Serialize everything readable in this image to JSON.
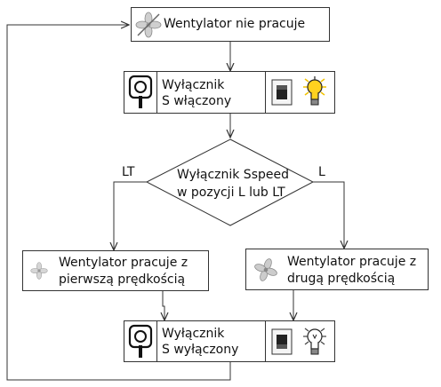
{
  "nodes": {
    "fan_off": {
      "text": "Wentylator nie pracuje",
      "icon": "fan-stopped-icon"
    },
    "switch_on": {
      "line1": "Wyłącznik",
      "line2": "S włączony",
      "icons": [
        "switch-icon",
        "lamp-on-icon"
      ]
    },
    "decision": {
      "line1": "Wyłącznik Sspeed",
      "line2": "w pozycji L lub LT"
    },
    "fan_speed1": {
      "line1": "Wentylator pracuje z",
      "line2": "pierwszą prędkością",
      "icon": "fan-slow-icon"
    },
    "fan_speed2": {
      "line1": "Wentylator pracuje z",
      "line2": "drugą prędkością",
      "icon": "fan-fast-icon"
    },
    "switch_off": {
      "line1": "Wyłącznik",
      "line2": "S wyłączony",
      "icons": [
        "switch-icon",
        "lamp-off-icon"
      ]
    }
  },
  "branches": {
    "left": "LT",
    "right": "L"
  },
  "colors": {
    "lamp_glow": "#f2c200",
    "line": "#333333"
  }
}
